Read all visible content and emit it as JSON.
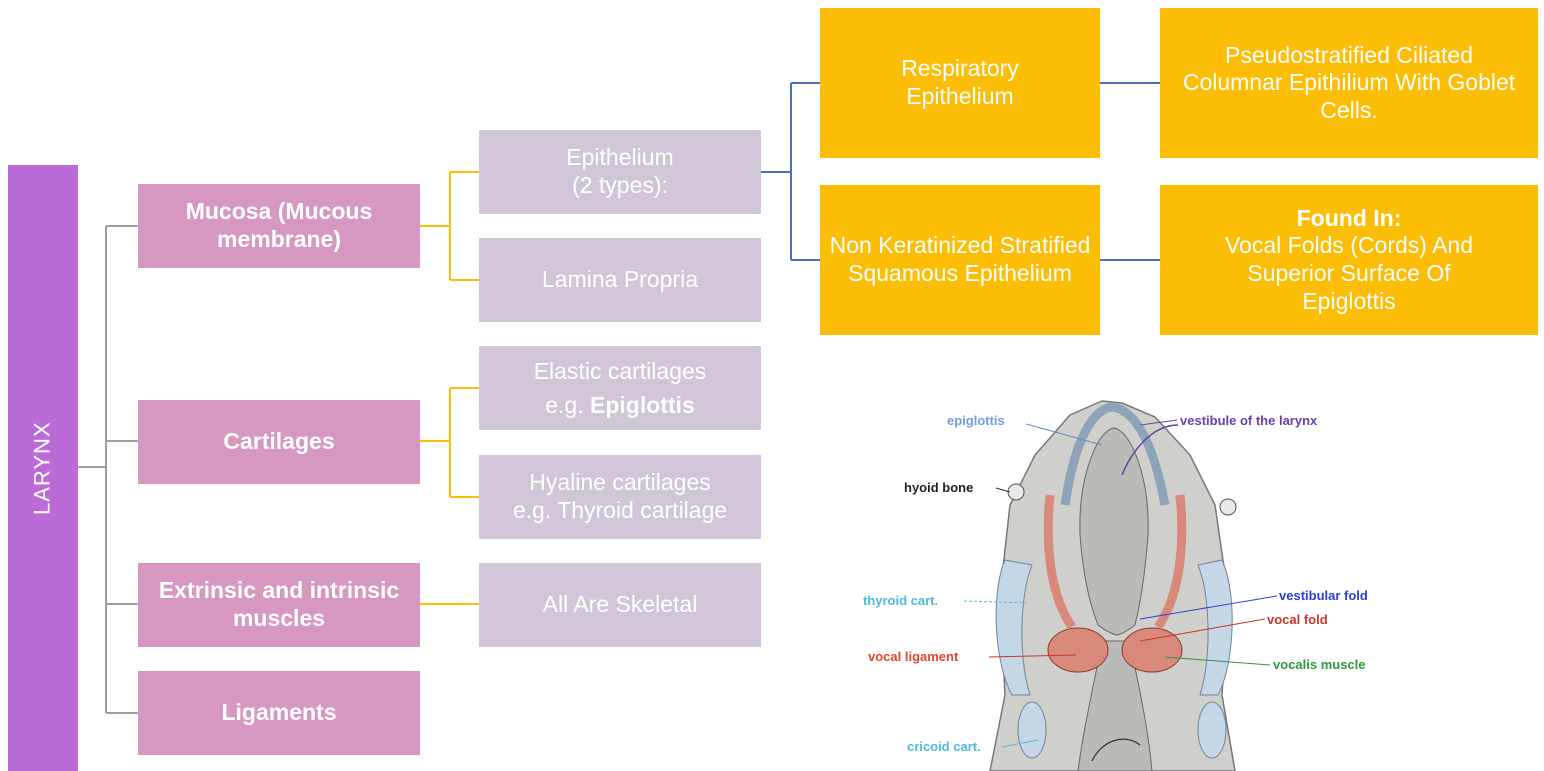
{
  "root": {
    "label": "LARYNX"
  },
  "level1": {
    "mucosa": "Mucosa (Mucous membrane)",
    "cartilages": "Cartilages",
    "muscles": "Extrinsic and intrinsic muscles",
    "ligaments": "Ligaments"
  },
  "level2": {
    "epithelium_line1": "Epithelium",
    "epithelium_line2": "(2 types):",
    "lamina_propria": "Lamina Propria",
    "elastic_line1": "Elastic cartilages",
    "elastic_prefix": "e.g. ",
    "elastic_example": "Epiglottis",
    "hyaline_line1": "Hyaline cartilages",
    "hyaline_line2": "e.g. Thyroid cartilage",
    "skeletal": "All Are Skeletal"
  },
  "level3": {
    "respiratory": "Respiratory Epithelium",
    "non_keratinized": "Non Keratinized Stratified Squamous Epithelium"
  },
  "level4": {
    "pseudostratified": "Pseudostratified Ciliated Columnar Epithilium With Goblet Cells.",
    "found_in_title": "Found In:",
    "found_in_text": "Vocal Folds (Cords) And Superior Surface Of Epiglottis"
  },
  "illustration_labels": {
    "epiglottis": "epiglottis",
    "vestibule": "vestibule of the larynx",
    "hyoid": "hyoid bone",
    "thyroid": "thyroid cart.",
    "vestibular_fold": "vestibular fold",
    "vocal_fold": "vocal fold",
    "vocal_ligament": "vocal ligament",
    "vocalis": "vocalis muscle",
    "cricoid": "cricoid cart."
  },
  "colors": {
    "root": "#bb6bd8",
    "level1": "#d697c0",
    "level2": "#d1c5d8",
    "epithelium_types": "#fbbd05",
    "connector_gray": "#9e9e9e",
    "connector_gold": "#fbbd05",
    "connector_blue": "#4a72b8"
  }
}
